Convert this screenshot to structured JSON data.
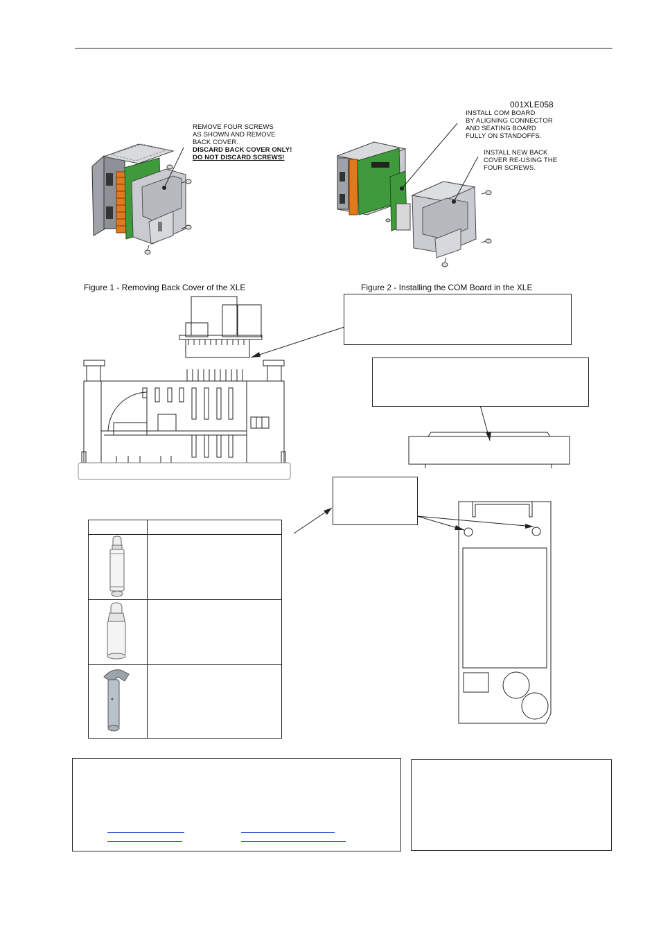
{
  "figure1": {
    "caption": "Figure 1 - Removing Back Cover of the XLE",
    "note_lines": [
      "REMOVE FOUR SCREWS",
      "AS SHOWN AND REMOVE",
      "BACK COVER."
    ],
    "warning_lines": [
      "DISCARD BACK COVER ONLY!",
      "DO NOT DISCARD SCREWS!"
    ]
  },
  "figure2": {
    "caption": "Figure 2 - Installing the COM Board in the XLE",
    "part_number": "001XLE058",
    "note_install_lines": [
      "INSTALL COM BOARD",
      "BY ALIGNING CONNECTOR",
      "AND SEATING BOARD",
      "FULLY ON STANDOFFS."
    ],
    "note_cover_lines": [
      "INSTALL NEW BACK",
      "COVER RE-USING THE",
      "FOUR SCREWS."
    ]
  },
  "colors": {
    "board_green": "#3f9a3c",
    "connector_orange": "#e07a1e",
    "housing_gray": "#c9cbd0",
    "link_blue": "#2a4fd0"
  }
}
